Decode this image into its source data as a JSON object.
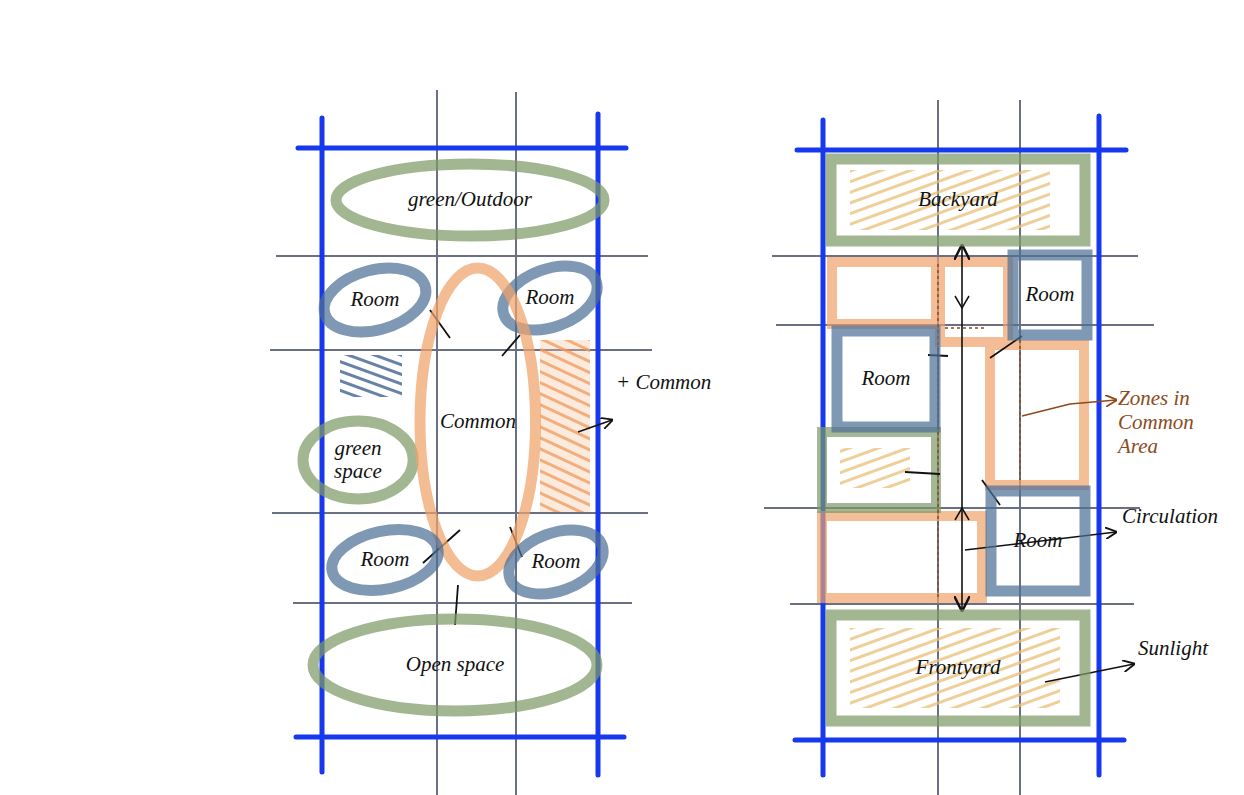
{
  "diagram": {
    "nodes": [
      {
        "text": [
          "green/Outdoor"
        ]
      },
      {
        "text": [
          "Room"
        ]
      },
      {
        "text": [
          "Room"
        ]
      },
      {
        "text": [
          "green space"
        ]
      },
      {
        "text": [
          "Common"
        ]
      },
      {
        "text": [
          "Room"
        ]
      },
      {
        "text": [
          "Room"
        ]
      },
      {
        "text": [
          "Open space"
        ]
      },
      {
        "text": [
          "Backyard"
        ]
      },
      {
        "text": [
          "Room"
        ]
      },
      {
        "text": [
          "Room"
        ]
      },
      {
        "text": [
          "Room"
        ]
      },
      {
        "text": [
          "Frontyard"
        ]
      }
    ],
    "edges": [
      {
        "from": 8,
        "to": 12,
        "arrow": "both"
      }
    ],
    "labels": [
      "+ Common",
      "Zones in Common Area",
      "Circulation",
      "Sunlight"
    ]
  }
}
